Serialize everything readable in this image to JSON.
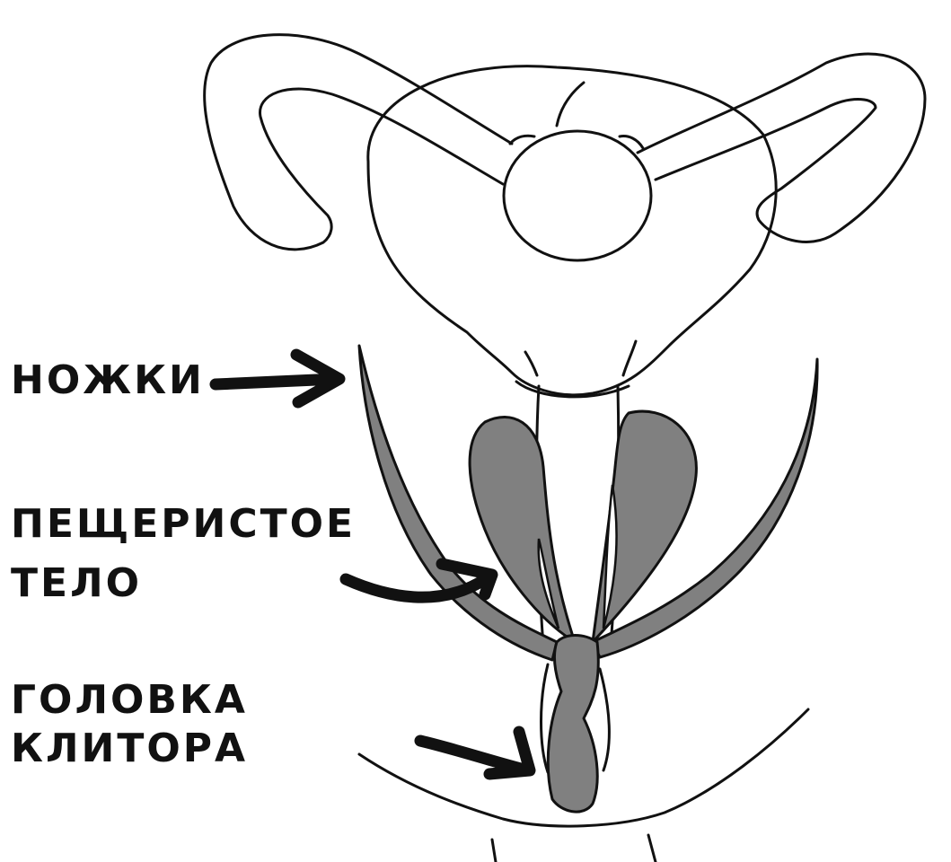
{
  "labels": {
    "crura": "НОЖКИ",
    "cavernous_line1": "ПЕЩЕРИСТОЕ",
    "cavernous_line2": "ТЕЛО",
    "glans_line1": "ГОЛОВКА",
    "glans_line2": "КЛИТОРА"
  },
  "colors": {
    "ink": "#111111",
    "fill": "#808080",
    "background": "#ffffff"
  }
}
